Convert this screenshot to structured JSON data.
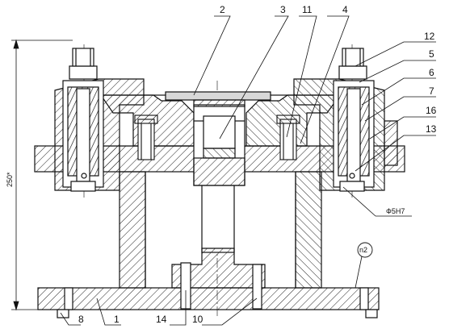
{
  "drawing": {
    "dimension_250": "250*",
    "tolerance_note": "Ф5Н7",
    "circle_mark": "n2",
    "callouts": {
      "c1": "1",
      "c2": "2",
      "c3": "3",
      "c4": "4",
      "c5": "5",
      "c6": "6",
      "c7": "7",
      "c8": "8",
      "c10": "10",
      "c11": "11",
      "c12": "12",
      "c13": "13",
      "c14": "14",
      "c16": "16"
    }
  }
}
